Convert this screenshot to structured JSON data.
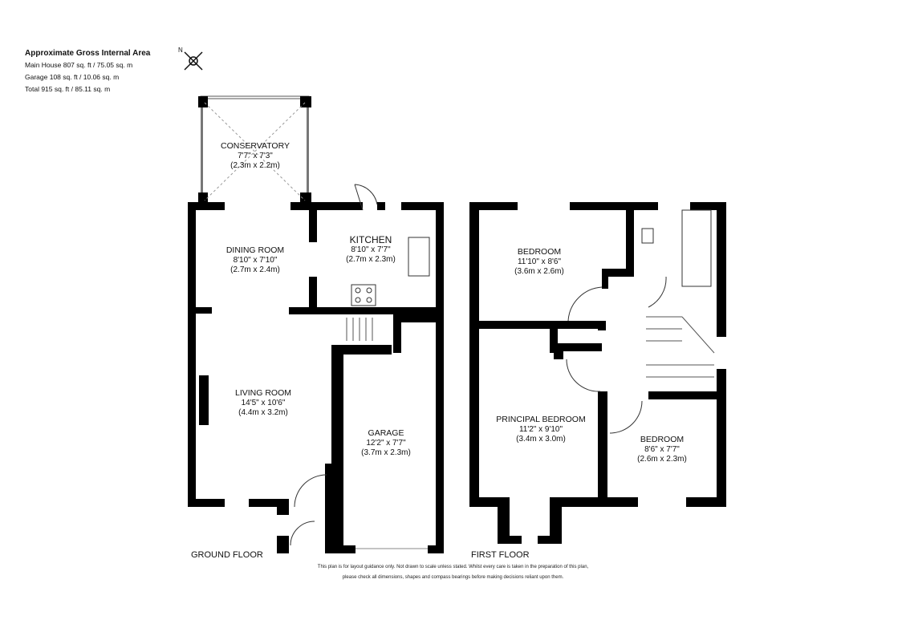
{
  "area": {
    "title": "Approximate Gross Internal Area",
    "lines": [
      "Main House 807 sq. ft / 75.05 sq. m",
      "Garage 108 sq. ft / 10.06 sq. m",
      "Total 915 sq. ft / 85.11 sq. m"
    ]
  },
  "compass": {
    "label": "N"
  },
  "rooms": {
    "conservatory": {
      "name": "CONSERVATORY",
      "imperial": "7'7\" x 7'3\"",
      "metric": "(2.3m x 2.2m)"
    },
    "dining": {
      "name": "DINING ROOM",
      "imperial": "8'10\" x 7'10\"",
      "metric": "(2.7m x 2.4m)"
    },
    "kitchen": {
      "name": "KITCHEN",
      "imperial": "8'10\" x 7'7\"",
      "metric": "(2.7m x 2.3m)"
    },
    "living": {
      "name": "LIVING ROOM",
      "imperial": "14'5\" x 10'6\"",
      "metric": "(4.4m x 3.2m)"
    },
    "garage": {
      "name": "GARAGE",
      "imperial": "12'2\" x 7'7\"",
      "metric": "(3.7m x 2.3m)"
    },
    "bedroom1": {
      "name": "BEDROOM",
      "imperial": "11'10\" x 8'6\"",
      "metric": "(3.6m x 2.6m)"
    },
    "principal": {
      "name": "PRINCIPAL BEDROOM",
      "imperial": "11'2\" x 9'10\"",
      "metric": "(3.4m x 3.0m)"
    },
    "bedroom2": {
      "name": "BEDROOM",
      "imperial": "8'6\" x 7'7\"",
      "metric": "(2.6m x 2.3m)"
    }
  },
  "floors": {
    "ground": "GROUND FLOOR",
    "first": "FIRST FLOOR"
  },
  "disclaimer": [
    "This plan is for layout guidance only.  Not drawn to scale unless stated. Whilst every care is taken in the preparation of this plan,",
    "please check all dimensions, shapes and compass bearings before making decisions reliant upon them."
  ]
}
